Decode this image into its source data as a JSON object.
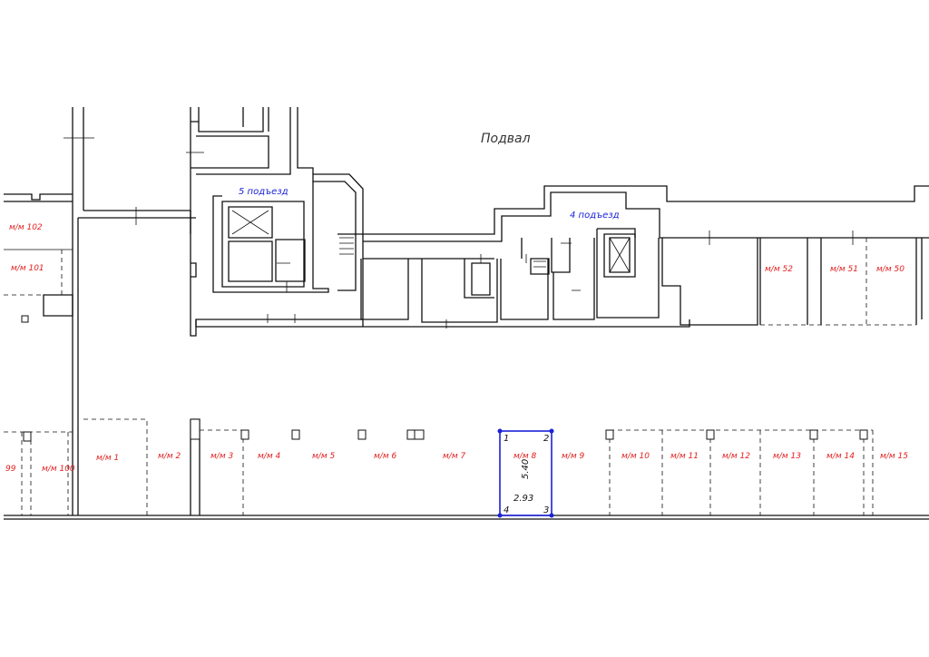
{
  "plan": {
    "title": "Подвал",
    "entrances": [
      {
        "label": "5 подъезд"
      },
      {
        "label": "4 подъезд"
      }
    ],
    "upper_spaces": [
      {
        "label": "м/м 102"
      },
      {
        "label": "м/м 101"
      },
      {
        "label": "м/м 52"
      },
      {
        "label": "м/м 51"
      },
      {
        "label": "м/м 50"
      }
    ],
    "lower_spaces": [
      {
        "label": "99"
      },
      {
        "label": "м/м 100"
      },
      {
        "label": "м/м 1"
      },
      {
        "label": "м/м 2"
      },
      {
        "label": "м/м 3"
      },
      {
        "label": "м/м 4"
      },
      {
        "label": "м/м 5"
      },
      {
        "label": "м/м 6"
      },
      {
        "label": "м/м 7"
      },
      {
        "label": "м/м 8"
      },
      {
        "label": "м/м 9"
      },
      {
        "label": "м/м 10"
      },
      {
        "label": "м/м 11"
      },
      {
        "label": "м/м 12"
      },
      {
        "label": "м/м 13"
      },
      {
        "label": "м/м 14"
      },
      {
        "label": "м/м 15"
      }
    ],
    "selected_space": {
      "label": "м/м 8",
      "length": "5.40",
      "width": "2.93",
      "vertices": [
        "1",
        "2",
        "3",
        "4"
      ]
    },
    "colors": {
      "labels": "#e32020",
      "entrances": "#1a22d8",
      "selection": "#1a22d8",
      "walls": "#111111"
    }
  }
}
